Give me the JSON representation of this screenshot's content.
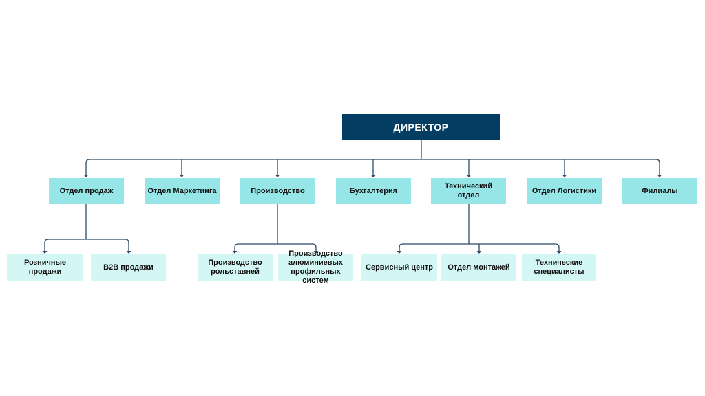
{
  "director": {
    "label": "ДИРЕКТОР"
  },
  "departments": [
    {
      "id": "sales",
      "label": "Отдел продаж"
    },
    {
      "id": "marketing",
      "label": "Отдел Маркетинга"
    },
    {
      "id": "production",
      "label": "Производство"
    },
    {
      "id": "accounting",
      "label": "Бухгалтерия"
    },
    {
      "id": "technical",
      "label": "Технический отдел"
    },
    {
      "id": "logistics",
      "label": "Отдел Логистики"
    },
    {
      "id": "branches",
      "label": "Филиалы"
    }
  ],
  "subunits": [
    {
      "parent": "sales",
      "label": "Розничные продажи"
    },
    {
      "parent": "sales",
      "label": "B2B продажи"
    },
    {
      "parent": "production",
      "label": "Производство рольставней"
    },
    {
      "parent": "production",
      "label": "Производство алюминиевых профильных систем"
    },
    {
      "parent": "technical",
      "label": "Сервисный центр"
    },
    {
      "parent": "technical",
      "label": "Отдел монтажей"
    },
    {
      "parent": "technical",
      "label": "Технические специалисты"
    }
  ],
  "colors": {
    "director_bg": "#033d61",
    "department_bg": "#96e5e7",
    "subunit_bg": "#d3f7f4",
    "connector": "#2b4a66"
  }
}
